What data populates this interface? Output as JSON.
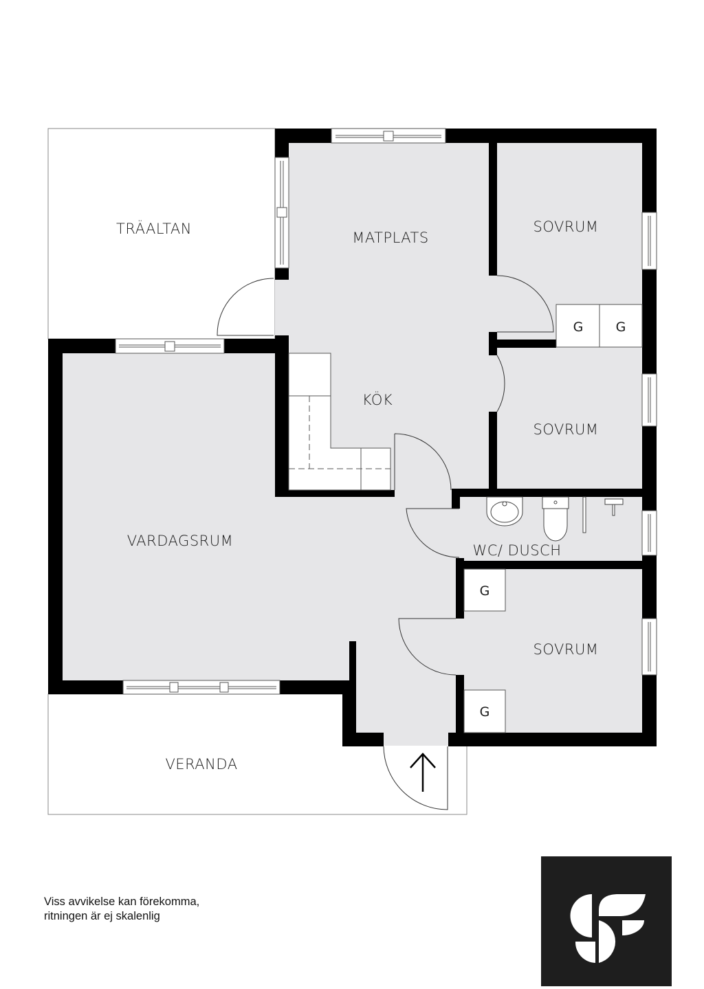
{
  "floorplan": {
    "colors": {
      "wall": "#000000",
      "floor": "#e6e6e8",
      "outdoor": "#ffffff",
      "outline": "#8a8a8a",
      "logo_bg": "#1e1e1e",
      "logo_fg": "#ffffff"
    },
    "rooms": {
      "traaltan": "TRÄALTAN",
      "matplats": "MATPLATS",
      "sovrum_1": "SOVRUM",
      "kok": "KÖK",
      "sovrum_2": "SOVRUM",
      "vardagsrum": "VARDAGSRUM",
      "wc_dusch": "WC/ DUSCH",
      "sovrum_3": "SOVRUM",
      "veranda": "VERANDA"
    },
    "closets": {
      "sovrum1_a": "G",
      "sovrum1_b": "G",
      "sovrum3_top": "G",
      "sovrum3_bottom": "G"
    },
    "entrance_icon": "arrow-up-icon"
  },
  "disclaimer": {
    "line1": "Viss avvikelse kan förekomma,",
    "line2": "ritningen är ej skalenlig"
  },
  "logo": {
    "icon": "sf-logo-icon"
  }
}
